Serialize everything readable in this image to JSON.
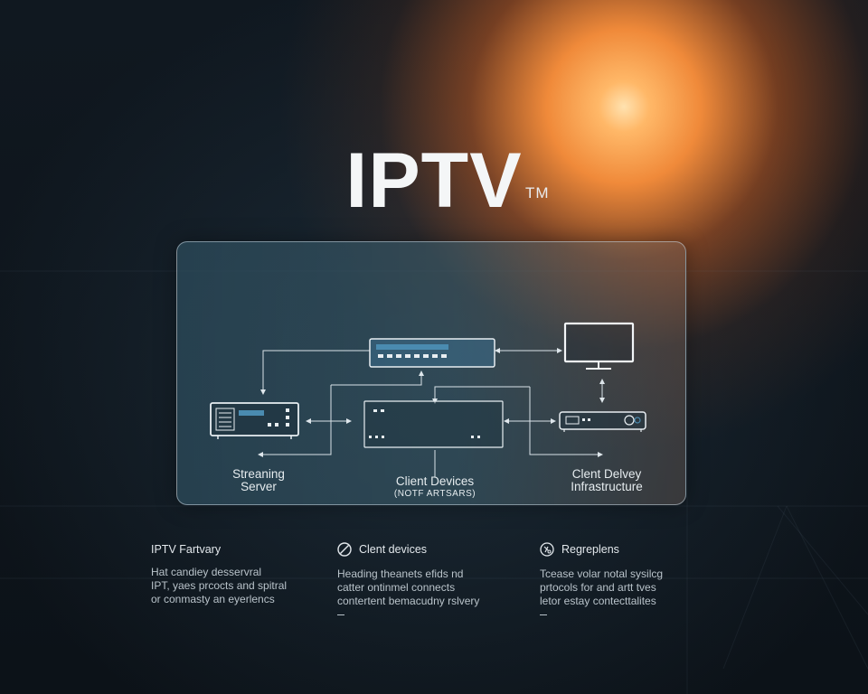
{
  "header": {
    "title": "IPTV",
    "trademark": "TM"
  },
  "diagram": {
    "labels": {
      "streaming_server": [
        "Streaning",
        "Server"
      ],
      "client_devices": "Client Devices",
      "client_devices_sub": "(NOTF ARTSARS)",
      "client_delivery": [
        "Clent Delvey",
        "Infrastructure"
      ]
    },
    "icons": [
      "streaming-server-icon",
      "network-switch-icon",
      "client-device-box-icon",
      "monitor-icon",
      "set-top-box-icon"
    ]
  },
  "columns": [
    {
      "icon": "none",
      "heading": "IPTV Fartvary",
      "lines": [
        "Hat candiey desservral",
        "IPT, yaes prcocts and spitral",
        "or conmasty an eyerlencs"
      ],
      "has_dash": false
    },
    {
      "icon": "prohibited-icon",
      "heading": "Clent devices",
      "lines": [
        "Heading theanets efids nd",
        "catter ontinmel connects",
        "contertent bemacudny rslvery"
      ],
      "has_dash": true
    },
    {
      "icon": "settings-circle-icon",
      "heading": "Regreplens",
      "lines": [
        "Tcease volar notal sysilcg",
        "prtocols for and artt tves",
        "letor estay contecttalites"
      ],
      "has_dash": true
    }
  ],
  "colors": {
    "glow": "#f08a3a",
    "panel_border": "#c8d7e1",
    "device_stroke": "#e8eef2",
    "accent_blue": "#4a8bb0"
  }
}
